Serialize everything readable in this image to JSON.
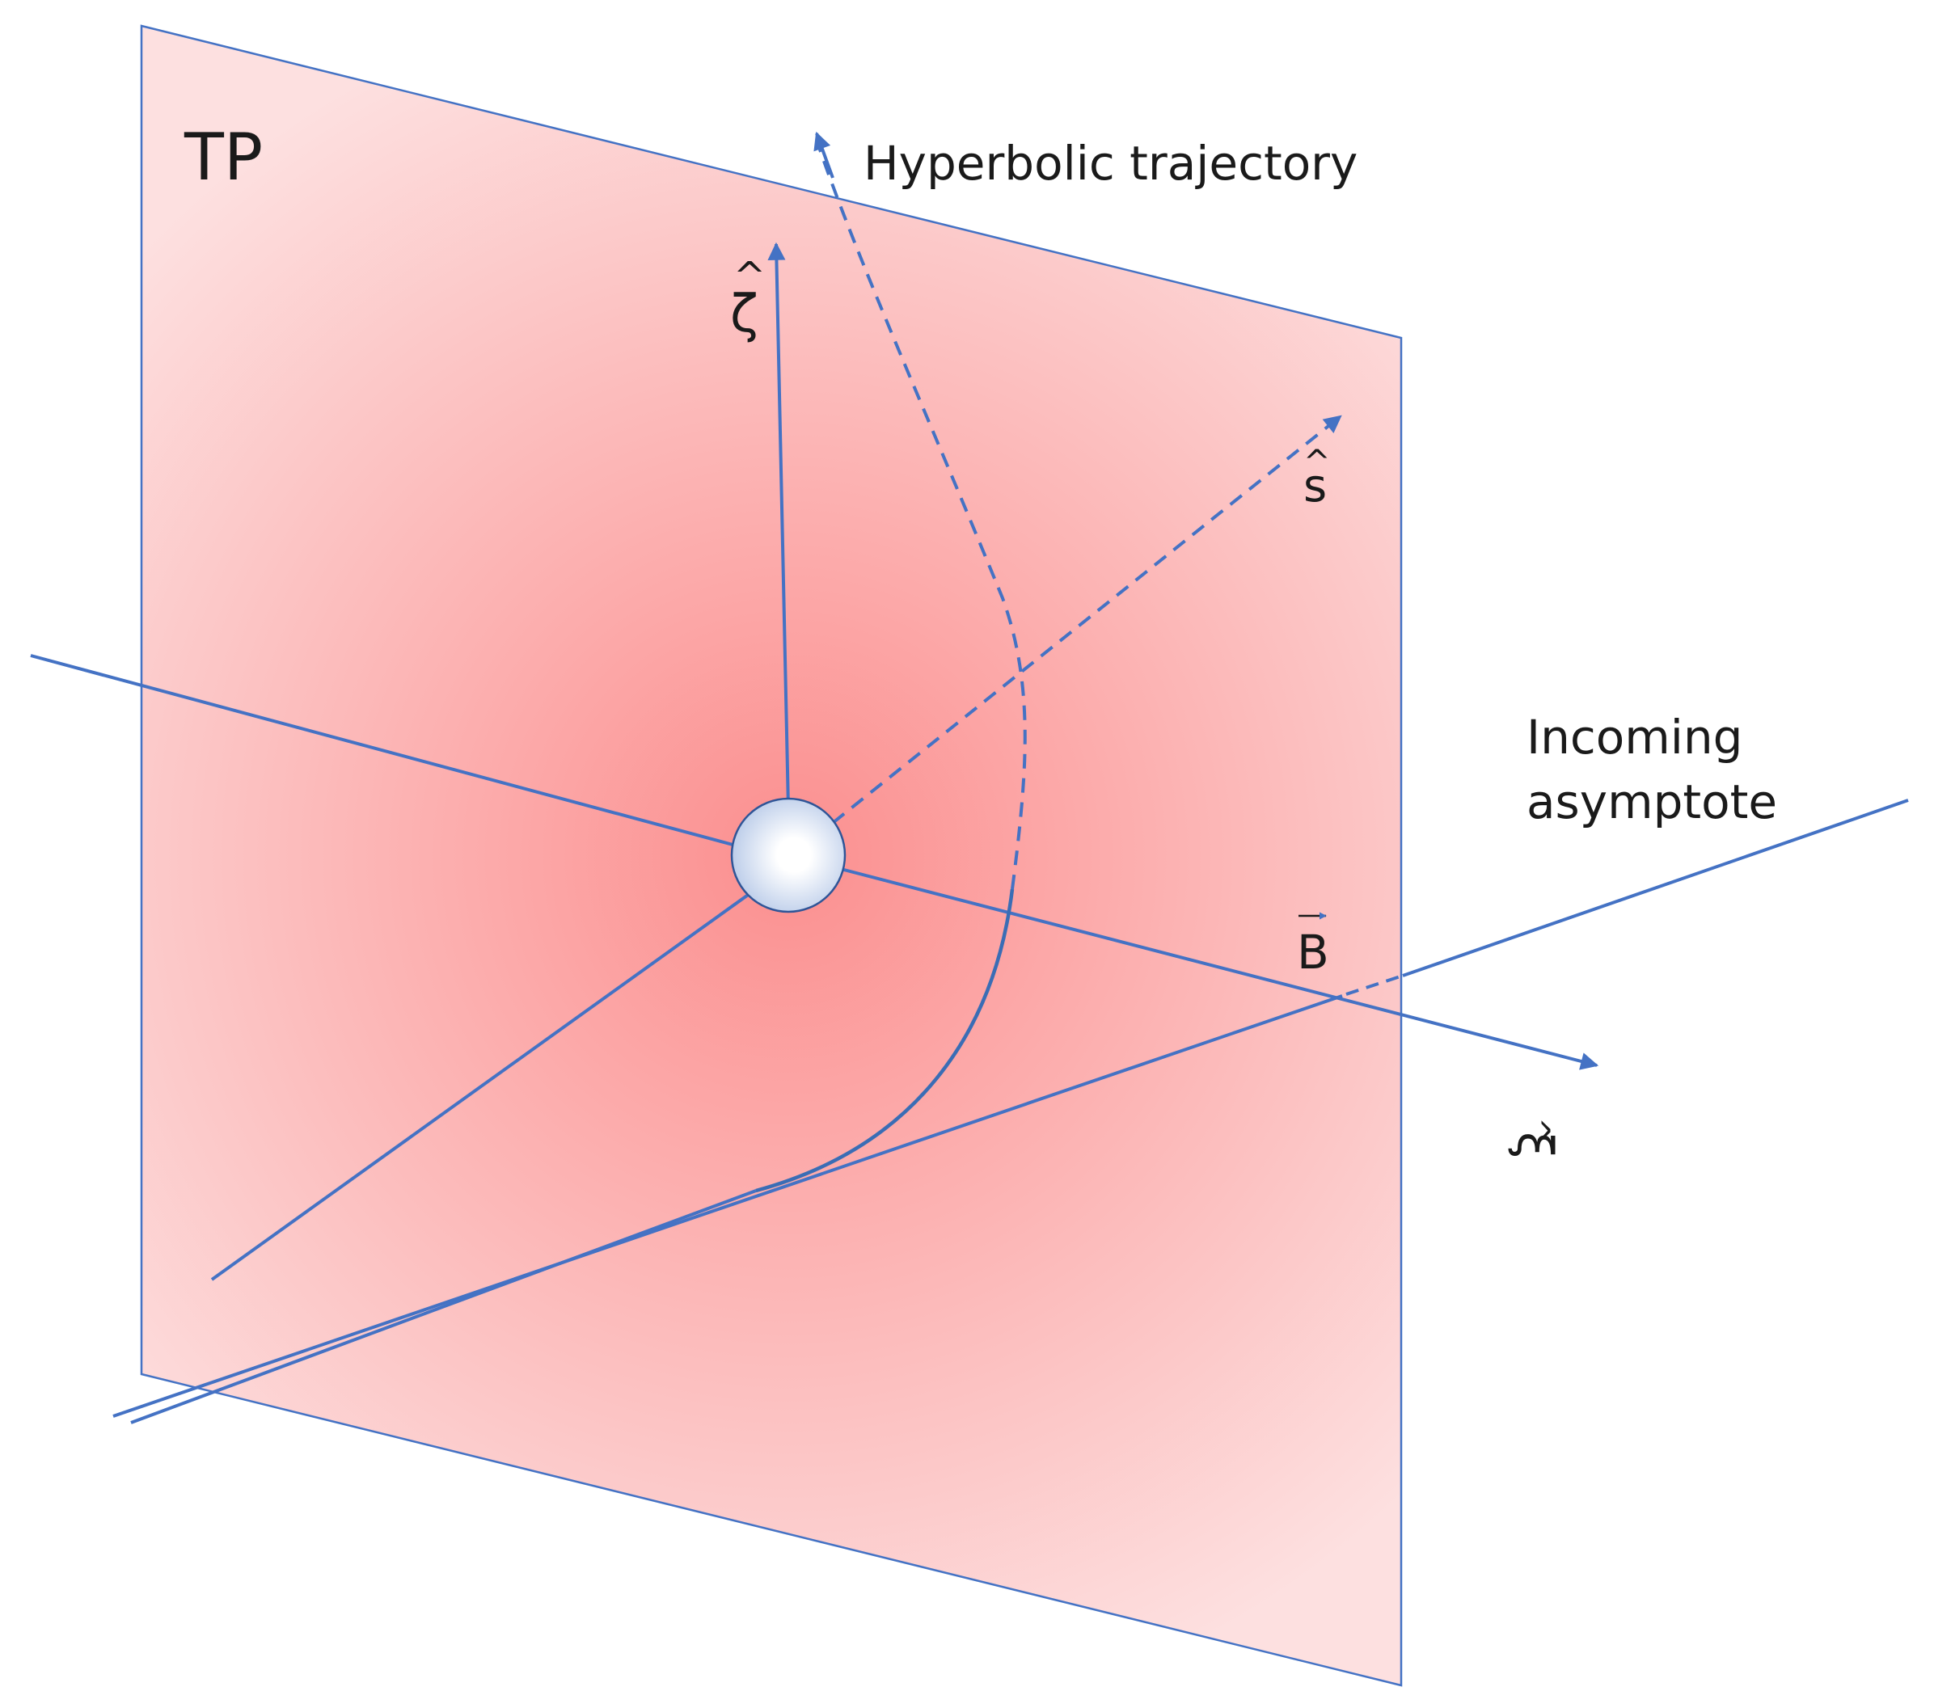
{
  "labels": {
    "plane": "TP",
    "trajectory": "Hyperbolic trajectory",
    "asymptote_line1": "Incoming",
    "asymptote_line2": "asymptote",
    "zeta": "ζ",
    "s": "s",
    "b": "B",
    "xi": "ξ"
  },
  "colors": {
    "axis": "#4472c4",
    "plane_center": "#fb8f8f",
    "plane_edge": "#fde0e0",
    "sphere": "#b4c7e7",
    "text": "#1a1a1a"
  }
}
